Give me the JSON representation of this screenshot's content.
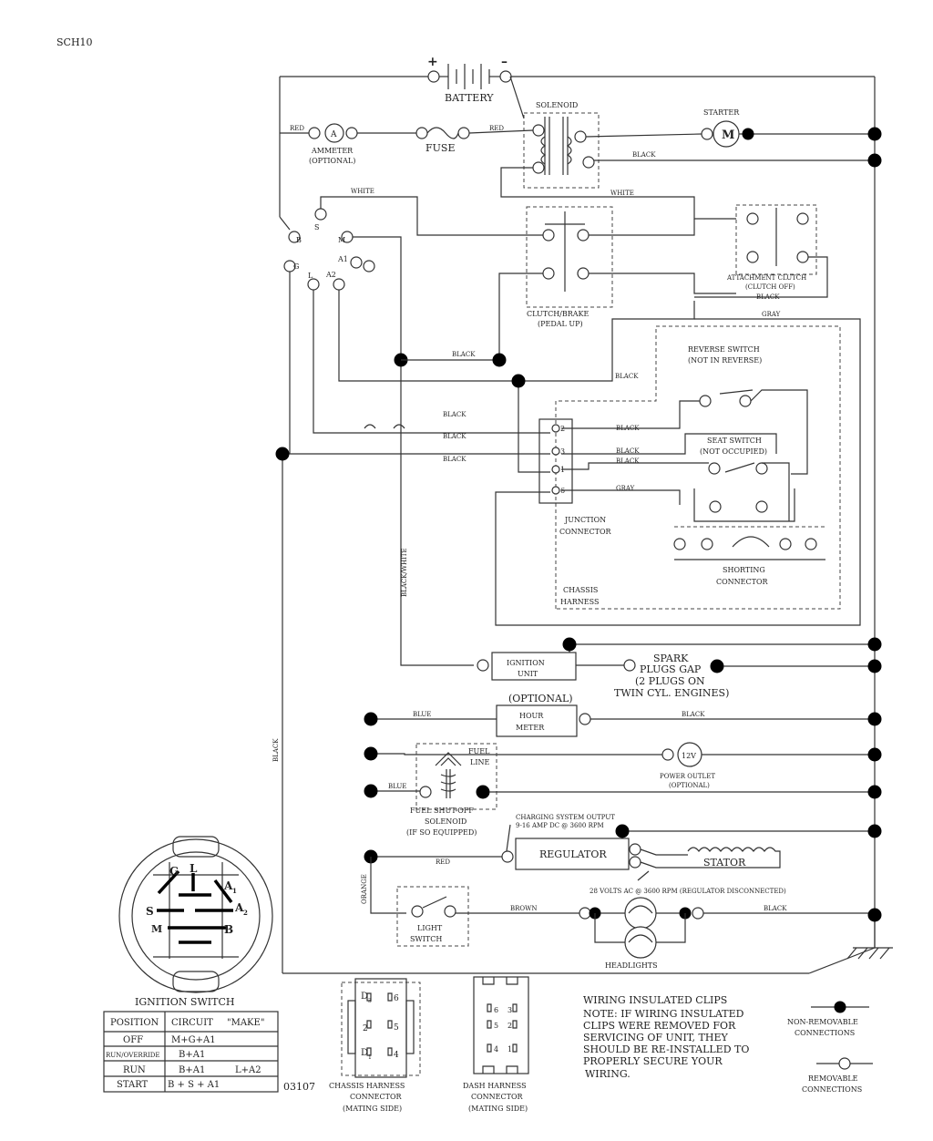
{
  "header": {
    "model": "SCH10"
  },
  "components": {
    "battery": "BATTERY",
    "battery_plus": "+",
    "battery_minus": "–",
    "solenoid": "SOLENOID",
    "starter": "STARTER",
    "starter_symbol": "M",
    "ammeter": "AMMETER",
    "ammeter_optional": "(OPTIONAL)",
    "ammeter_symbol": "A",
    "fuse": "FUSE",
    "clutch_brake": "CLUTCH/BRAKE",
    "clutch_brake_state": "(PEDAL UP)",
    "attachment_clutch": "ATTACHMENT CLUTCH",
    "attachment_clutch_state": "(CLUTCH OFF)",
    "reverse_switch": "REVERSE SWITCH",
    "reverse_switch_state": "(NOT IN REVERSE)",
    "seat_switch": "SEAT SWITCH",
    "seat_switch_state": "(NOT OCCUPIED)",
    "junction_connector_1": "JUNCTION",
    "junction_connector_2": "CONNECTOR",
    "shorting_connector_1": "SHORTING",
    "shorting_connector_2": "CONNECTOR",
    "chassis_harness_1": "CHASSIS",
    "chassis_harness_2": "HARNESS",
    "ignition_unit_1": "IGNITION",
    "ignition_unit_2": "UNIT",
    "spark_1": "SPARK",
    "spark_2": "PLUGS GAP",
    "spark_3": "(2 PLUGS ON",
    "spark_4": "TWIN CYL. ENGINES)",
    "hour_meter_opt": "(OPTIONAL)",
    "hour_meter_1": "HOUR",
    "hour_meter_2": "METER",
    "fuel_line_1": "FUEL",
    "fuel_line_2": "LINE",
    "power_outlet": "POWER OUTLET",
    "power_outlet_opt": "(OPTIONAL)",
    "power_outlet_symbol": "12V",
    "fuel_solenoid_1": "FUEL SHUT-OFF",
    "fuel_solenoid_2": "SOLENOID",
    "fuel_solenoid_3": "(IF SO EQUIPPED)",
    "charging_1": "CHARGING SYSTEM OUTPUT",
    "charging_2": "9-16 AMP DC @ 3600 RPM",
    "regulator": "REGULATOR",
    "stator": "STATOR",
    "ac_note": "28 VOLTS AC @ 3600 RPM (REGULATOR DISCONNECTED)",
    "light_switch_1": "LIGHT",
    "light_switch_2": "SWITCH",
    "headlights": "HEADLIGHTS"
  },
  "ignition_terminals": {
    "B": "B",
    "S": "S",
    "M": "M",
    "A1": "A1",
    "A2": "A2",
    "L": "L",
    "G": "G"
  },
  "junction_pins": {
    "p2": "2",
    "p3": "3",
    "p1": "1",
    "p6": "6"
  },
  "wire_labels": {
    "red": "RED",
    "black": "BLACK",
    "white": "WHITE",
    "gray": "GRAY",
    "blue": "BLUE",
    "brown": "BROWN",
    "orange": "ORANGE",
    "black_white": "BLACK/WHITE"
  },
  "ignition_switch": {
    "title": "IGNITION SWITCH",
    "face_labels": {
      "G": "G",
      "L": "L",
      "A1": "A",
      "A1_sub": "1",
      "A2": "A",
      "A2_sub": "2",
      "S": "S",
      "M": "M",
      "B": "B"
    },
    "table_headers": [
      "POSITION",
      "CIRCUIT",
      "\"MAKE\""
    ],
    "rows": [
      {
        "position": "OFF",
        "circuit": "M+G+A1",
        "make": ""
      },
      {
        "position": "RUN/OVERRIDE",
        "circuit": "B+A1",
        "make": ""
      },
      {
        "position": "RUN",
        "circuit": "B+A1",
        "make": "L+A2"
      },
      {
        "position": "START",
        "circuit": "B + S + A1",
        "make": ""
      }
    ]
  },
  "part_code": "03107",
  "chassis_connector": {
    "l1": "CHASSIS HARNESS",
    "l2": "CONNECTOR",
    "l3": "(MATING SIDE)",
    "pins": {
      "d3": "D",
      "d3s": "3",
      "p6": "6",
      "p2": "2",
      "p5": "5",
      "d1": "D",
      "d1s": "1",
      "p4": "4"
    }
  },
  "dash_connector": {
    "l1": "DASH HARNESS",
    "l2": "CONNECTOR",
    "l3": "(MATING SIDE)",
    "pins": {
      "a": "6",
      "b": "3",
      "c": "5",
      "d": "2",
      "e": "4",
      "f": "1"
    }
  },
  "notes": {
    "clips_title": "WIRING INSULATED CLIPS",
    "clips_lines": [
      "NOTE: IF WIRING INSULATED",
      "CLIPS WERE REMOVED FOR",
      "SERVICING OF UNIT, THEY",
      "SHOULD BE RE-INSTALLED TO",
      "PROPERLY SECURE YOUR",
      "WIRING."
    ]
  },
  "legend": {
    "non_removable_1": "NON-REMOVABLE",
    "non_removable_2": "CONNECTIONS",
    "removable_1": "REMOVABLE",
    "removable_2": "CONNECTIONS"
  }
}
